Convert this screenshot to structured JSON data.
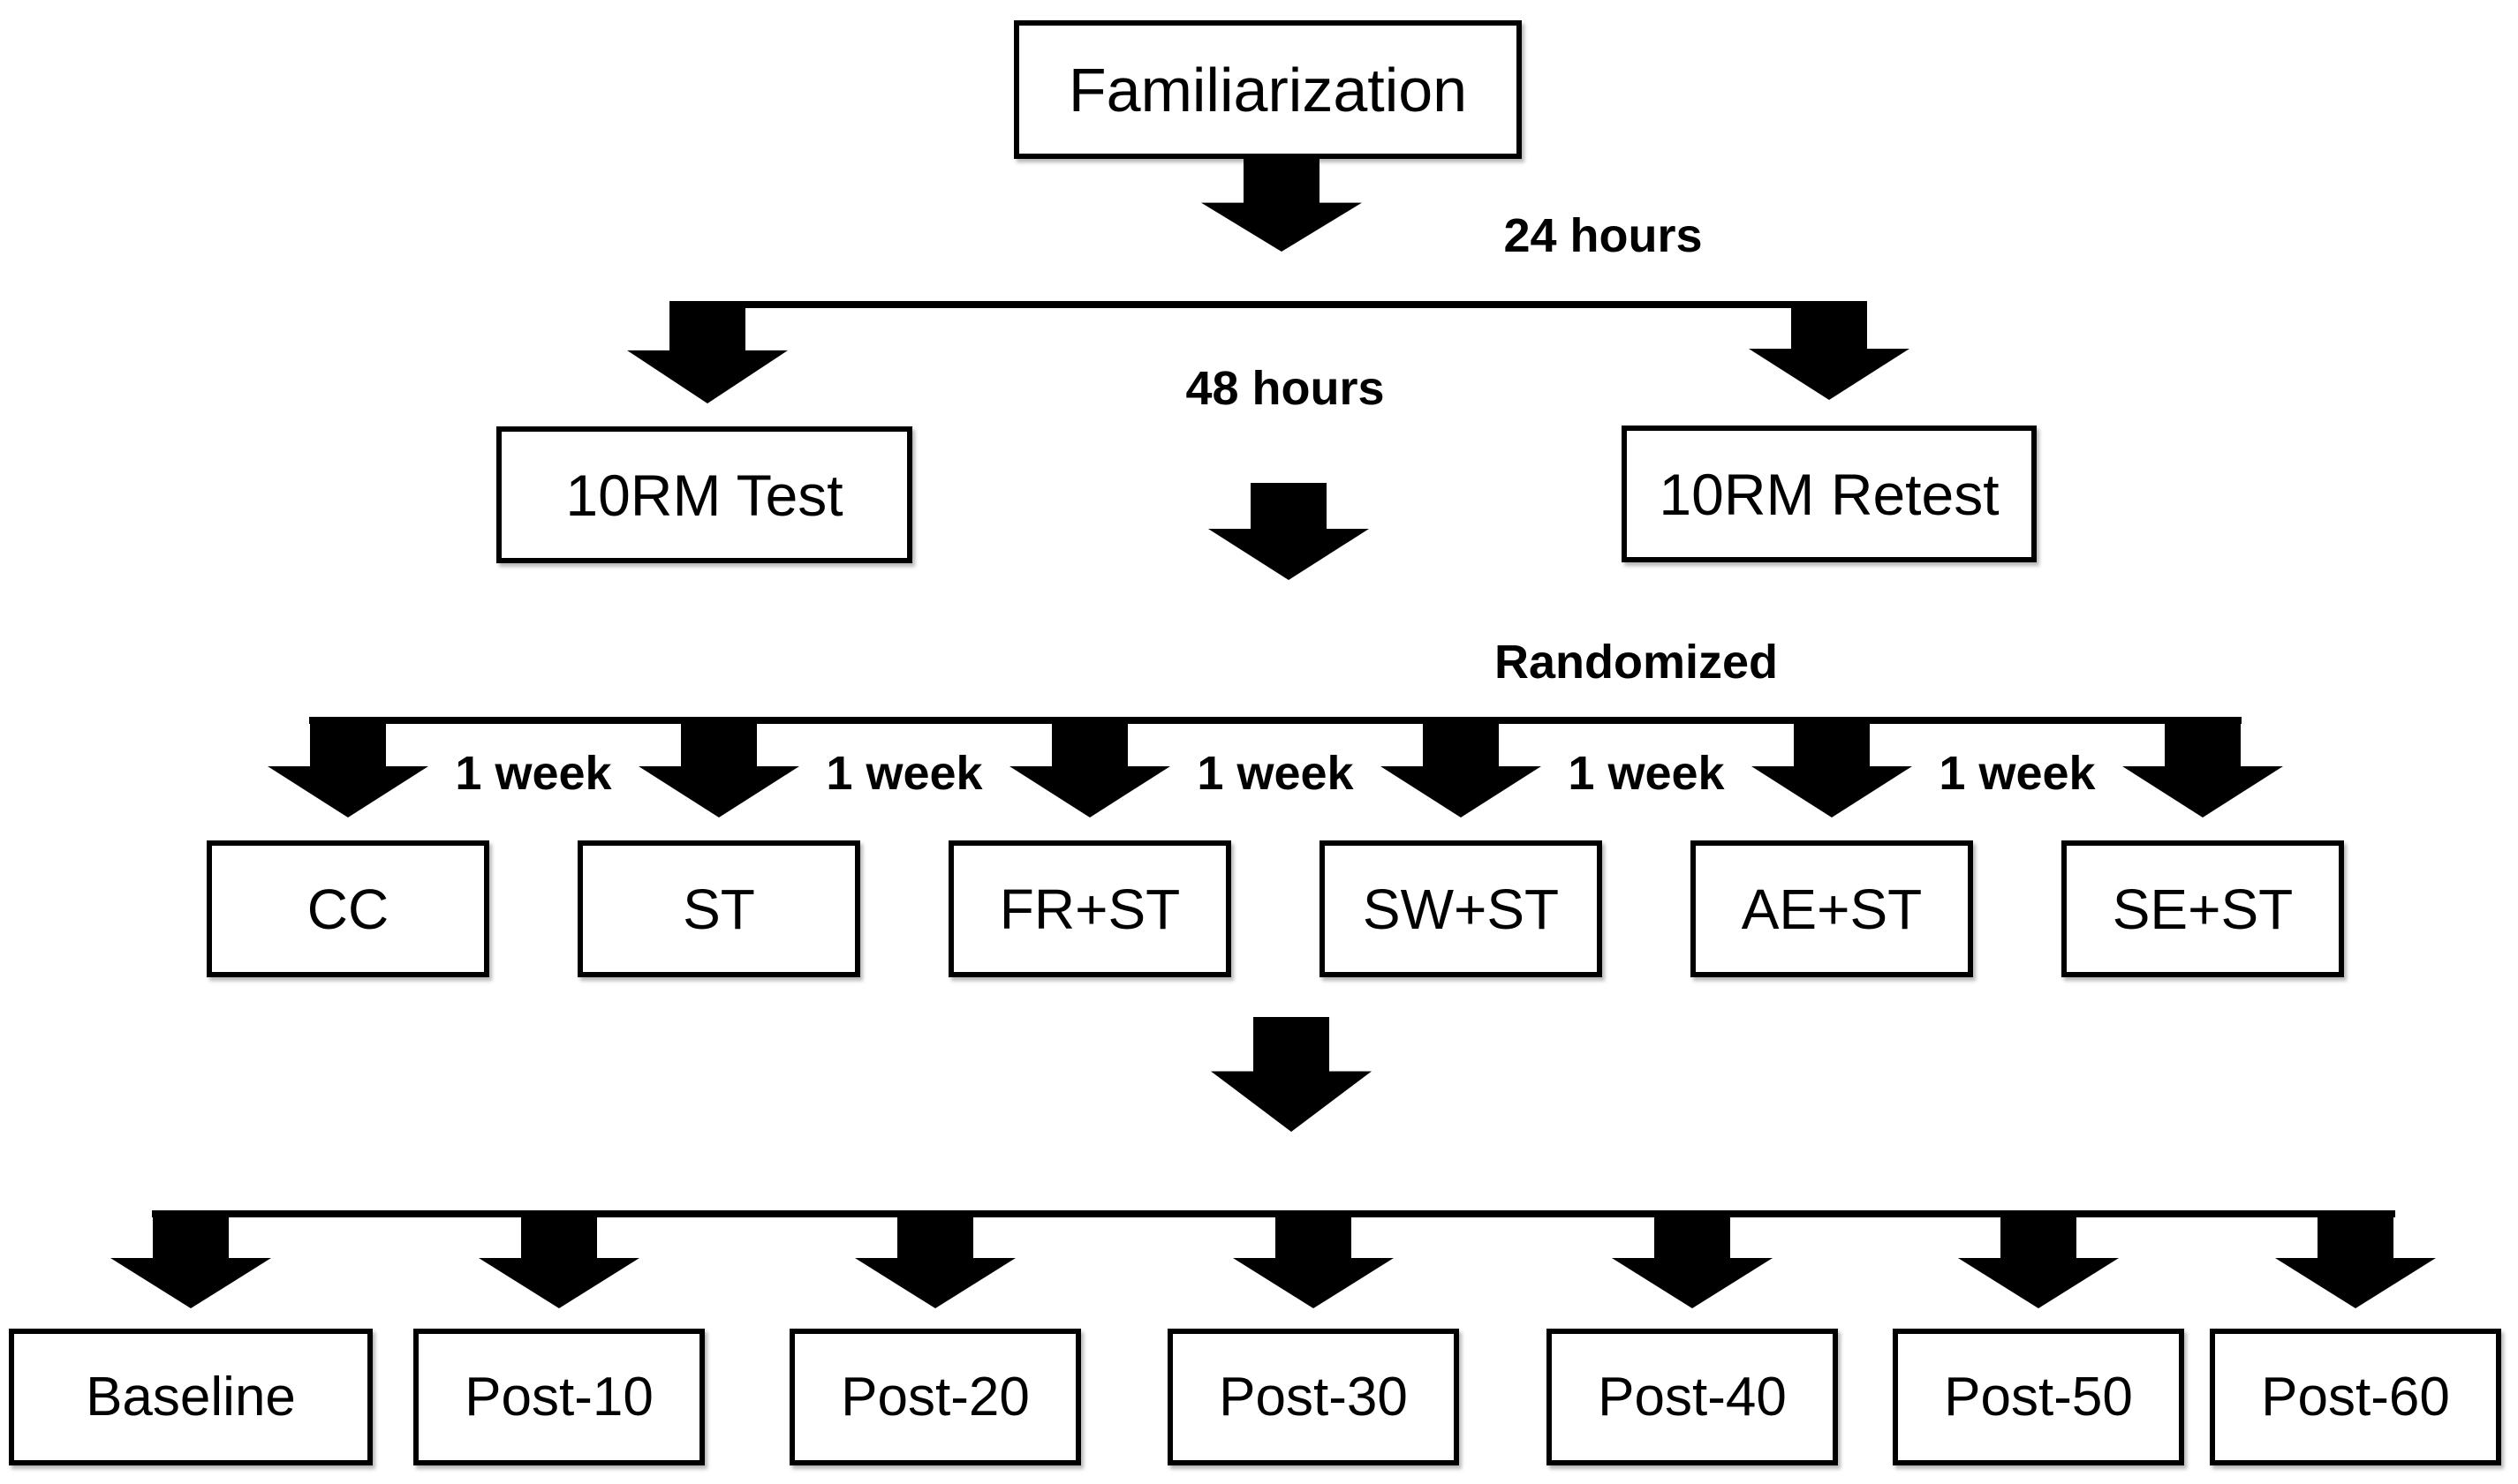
{
  "diagram": {
    "colors": {
      "ink": "#000000",
      "background": "#ffffff"
    },
    "nodes": {
      "familiarization": "Familiarization",
      "test": "10RM Test",
      "retest": "10RM Retest"
    },
    "interval_labels": {
      "after_familiarization": "24 hours",
      "between_test_retest": "48 hours",
      "randomized": "Randomized",
      "week": "1 week"
    },
    "groups": [
      "CC",
      "ST",
      "FR+ST",
      "SW+ST",
      "AE+ST",
      "SE+ST"
    ],
    "timepoints": [
      "Baseline",
      "Post-10",
      "Post-20",
      "Post-30",
      "Post-40",
      "Post-50",
      "Post-60"
    ]
  }
}
